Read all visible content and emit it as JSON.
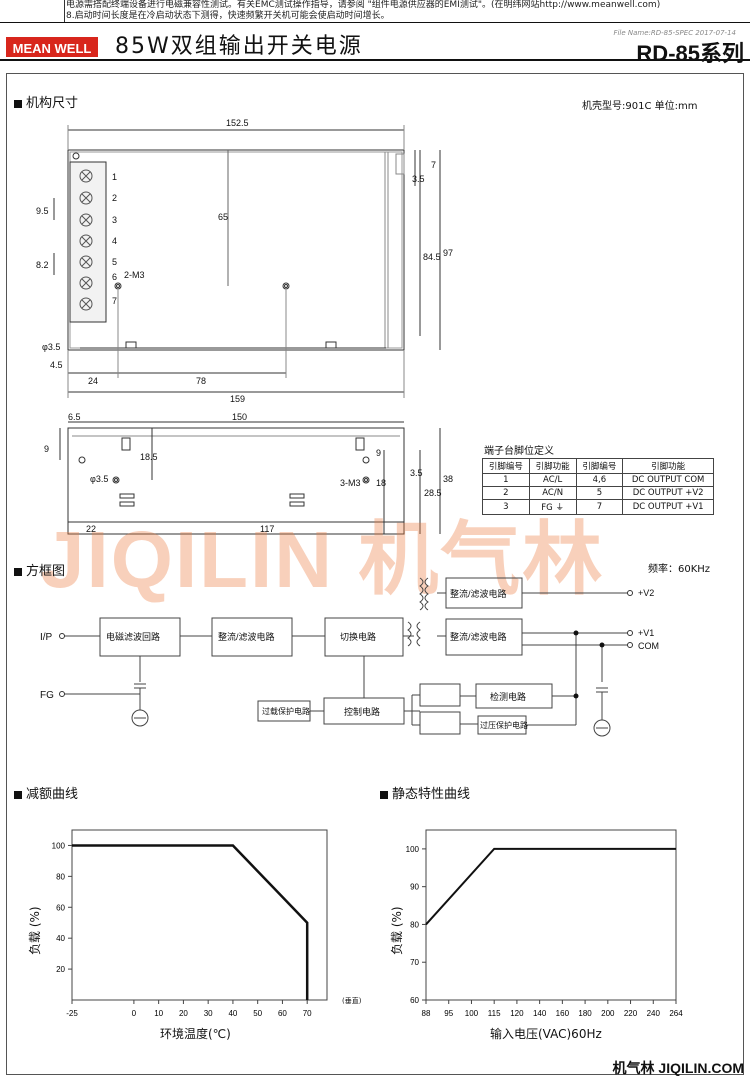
{
  "header": {
    "note_line1": "电源需搭配终端设备进行电磁兼容性测试。有关EMC测试操作指导，请参阅 \"组件电源供应器的EMI测试\"。(在明纬网站http://www.meanwell.com)",
    "note_line2": "8.启动时间长度是在冷启动状态下测得，快速频繁开关机可能会使启动时间增长。",
    "logo": "MEAN WELL",
    "title": "85W双组输出开关电源",
    "file_name": "File Name:RD-85-SPEC  2017-07-14",
    "series": "RD-85系列"
  },
  "mechanical": {
    "section_title": "机构尺寸",
    "case_info": "机壳型号:901C 单位:mm",
    "top_dims": {
      "d152_5": "152.5",
      "d7": "7",
      "d3_5": "3.5",
      "d84_5": "84.5",
      "d97": "97",
      "d65": "65",
      "d9_5": "9.5",
      "d8_2": "8.2",
      "m3": "2-M3",
      "hole": "φ3.5",
      "d4_5": "4.5",
      "d24": "24",
      "d78": "78",
      "d159": "159"
    },
    "terminal_numbers": [
      "1",
      "2",
      "3",
      "4",
      "5",
      "6",
      "7"
    ],
    "side_dims": {
      "d6_5": "6.5",
      "d150": "150",
      "d9": "9",
      "d18_5": "18.5",
      "hole": "φ3.5",
      "m3": "3-M3",
      "d9r": "9",
      "d18": "18",
      "d3_5": "3.5",
      "d28_5": "28.5",
      "d38": "38",
      "d22": "22",
      "d117": "117"
    }
  },
  "terminal_table": {
    "title": "端子台脚位定义",
    "headers": [
      "引脚编号",
      "引脚功能",
      "引脚编号",
      "引脚功能"
    ],
    "rows": [
      [
        "1",
        "AC/L",
        "4,6",
        "DC OUTPUT COM"
      ],
      [
        "2",
        "AC/N",
        "5",
        "DC OUTPUT +V2"
      ],
      [
        "3",
        "FG ⏚",
        "7",
        "DC OUTPUT +V1"
      ]
    ]
  },
  "watermark": "JIQILIN 机气林",
  "block": {
    "section_title": "方框图",
    "freq": "频率：60KHz",
    "ip": "I/P",
    "fg": "FG",
    "emi": "电磁滤波回路",
    "rect1": "整流/滤波电路",
    "switch": "切换电路",
    "rect_v2": "整流/滤波电路",
    "rect_v1": "整流/滤波电路",
    "v2": "+V2",
    "v1": "+V1",
    "com": "COM",
    "olp": "过载保护电路",
    "ctrl": "控制电路",
    "detect": "检测电路",
    "ovp": "过压保护电路"
  },
  "chart_data": [
    {
      "type": "line",
      "title": "减额曲线",
      "xlabel": "环境温度(℃)",
      "x_extra": "(垂直)",
      "ylabel": "负载 (%)",
      "x_ticks": [
        "-25",
        "0",
        "10",
        "20",
        "30",
        "40",
        "50",
        "60",
        "70"
      ],
      "y_ticks": [
        "20",
        "40",
        "60",
        "80",
        "100"
      ],
      "xlim": [
        -25,
        78
      ],
      "ylim": [
        0,
        110
      ],
      "series": [
        {
          "x": [
            -25,
            40,
            70,
            70
          ],
          "y": [
            100,
            100,
            50,
            0
          ]
        }
      ]
    },
    {
      "type": "line",
      "title": "静态特性曲线",
      "xlabel": "输入电压(VAC)60Hz",
      "ylabel": "负载 (%)",
      "x_ticks": [
        "88",
        "95",
        "100",
        "115",
        "120",
        "140",
        "160",
        "180",
        "200",
        "220",
        "240",
        "264"
      ],
      "y_ticks": [
        "60",
        "70",
        "80",
        "90",
        "100"
      ],
      "ylim": [
        60,
        105
      ],
      "series": [
        {
          "x": [
            "88",
            "115",
            "264"
          ],
          "y": [
            80,
            100,
            100
          ]
        }
      ]
    }
  ],
  "footer": "机气林 JIQILIN.COM"
}
